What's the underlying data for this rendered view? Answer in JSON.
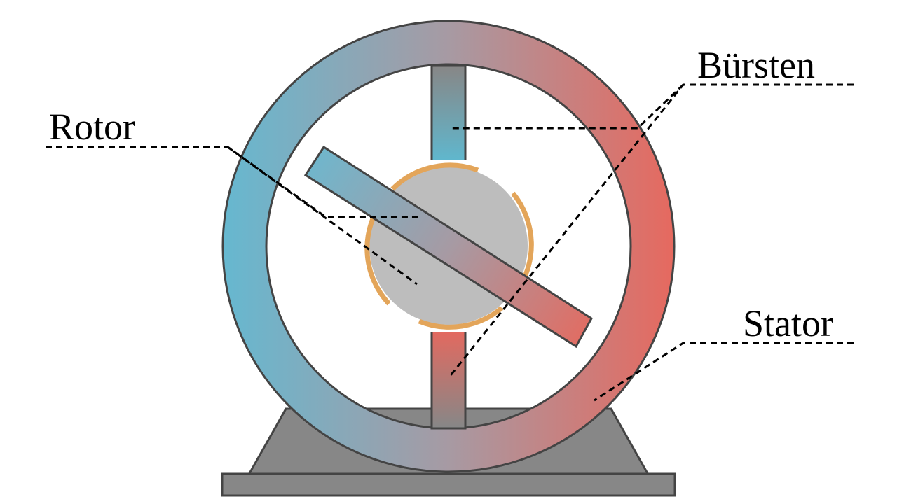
{
  "labels": {
    "rotor": "Rotor",
    "buersten": "Bürsten",
    "stator": "Stator"
  },
  "colors": {
    "stator_left": "#66b8d0",
    "stator_right": "#e6695f",
    "rotor_shaft": "#bdbdbd",
    "commutator": "#e3a55a",
    "base": "#878787",
    "outline": "#444444"
  }
}
